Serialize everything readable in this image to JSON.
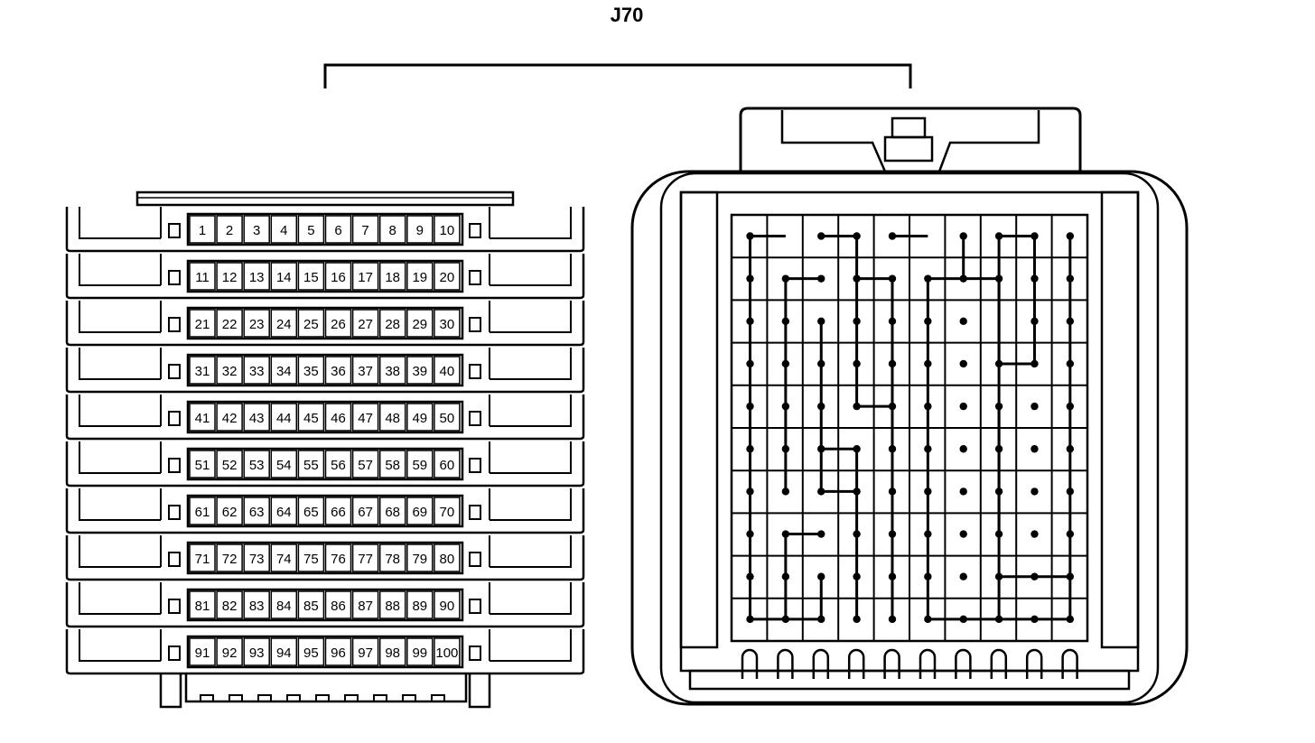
{
  "connector_label": "J70",
  "rows": [
    [
      "1",
      "2",
      "3",
      "4",
      "5",
      "6",
      "7",
      "8",
      "9",
      "10"
    ],
    [
      "11",
      "12",
      "13",
      "14",
      "15",
      "16",
      "17",
      "18",
      "19",
      "20"
    ],
    [
      "21",
      "22",
      "23",
      "24",
      "25",
      "26",
      "27",
      "28",
      "29",
      "30"
    ],
    [
      "31",
      "32",
      "33",
      "34",
      "35",
      "36",
      "37",
      "38",
      "39",
      "40"
    ],
    [
      "41",
      "42",
      "43",
      "44",
      "45",
      "46",
      "47",
      "48",
      "49",
      "50"
    ],
    [
      "51",
      "52",
      "53",
      "54",
      "55",
      "56",
      "57",
      "58",
      "59",
      "60"
    ],
    [
      "61",
      "62",
      "63",
      "64",
      "65",
      "66",
      "67",
      "68",
      "69",
      "70"
    ],
    [
      "71",
      "72",
      "73",
      "74",
      "75",
      "76",
      "77",
      "78",
      "79",
      "80"
    ],
    [
      "81",
      "82",
      "83",
      "84",
      "85",
      "86",
      "87",
      "88",
      "89",
      "90"
    ],
    [
      "91",
      "92",
      "93",
      "94",
      "95",
      "96",
      "97",
      "98",
      "99",
      "100"
    ]
  ],
  "colors": {
    "line": "#000000",
    "background": "#ffffff"
  }
}
